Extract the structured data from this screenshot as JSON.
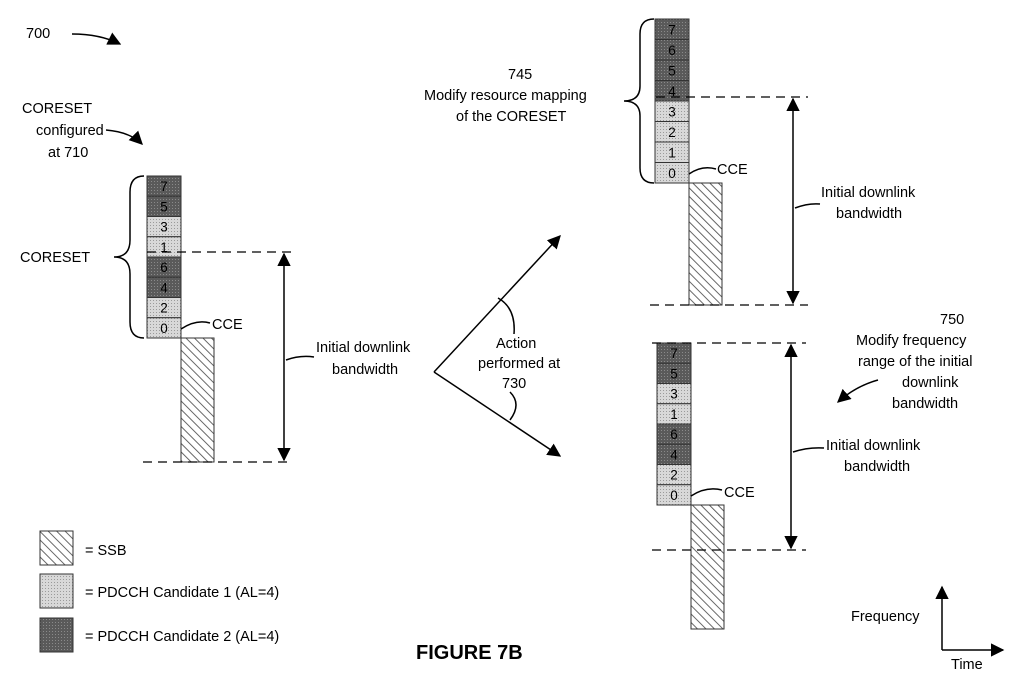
{
  "figure_ref": "700",
  "title": "FIGURE 7B",
  "colors": {
    "light_cell": "#d4d4d4",
    "dark_cell": "#5f5f5f",
    "ssb_fill": "#ffffff",
    "ssb_hatch": "#444444",
    "ink": "#000000"
  },
  "left_panel": {
    "configured_label": [
      "CORESET",
      "configured",
      "at 710"
    ],
    "coreset_label": "CORESET",
    "cce_label": "CCE",
    "bandwidth_label": [
      "Initial downlink",
      "bandwidth"
    ],
    "cells": [
      {
        "n": "7",
        "c": 2
      },
      {
        "n": "5",
        "c": 2
      },
      {
        "n": "3",
        "c": 1
      },
      {
        "n": "1",
        "c": 1
      },
      {
        "n": "6",
        "c": 2
      },
      {
        "n": "4",
        "c": 2
      },
      {
        "n": "2",
        "c": 1
      },
      {
        "n": "0",
        "c": 1
      }
    ]
  },
  "action": {
    "label": [
      "Action",
      "performed at",
      "730"
    ]
  },
  "top_right": {
    "ref_label": [
      "745",
      "Modify resource mapping",
      "of the CORESET"
    ],
    "cce_label": "CCE",
    "bandwidth_label": [
      "Initial downlink",
      "bandwidth"
    ],
    "cells": [
      {
        "n": "7",
        "c": 2
      },
      {
        "n": "6",
        "c": 2
      },
      {
        "n": "5",
        "c": 2
      },
      {
        "n": "4",
        "c": 2
      },
      {
        "n": "3",
        "c": 1
      },
      {
        "n": "2",
        "c": 1
      },
      {
        "n": "1",
        "c": 1
      },
      {
        "n": "0",
        "c": 1
      }
    ]
  },
  "bottom_right": {
    "ref_label": [
      "750",
      "Modify frequency",
      "range of the initial",
      "downlink",
      "bandwidth"
    ],
    "cce_label": "CCE",
    "bandwidth_label": [
      "Initial downlink",
      "bandwidth"
    ],
    "cells": [
      {
        "n": "7",
        "c": 2
      },
      {
        "n": "5",
        "c": 2
      },
      {
        "n": "3",
        "c": 1
      },
      {
        "n": "1",
        "c": 1
      },
      {
        "n": "6",
        "c": 2
      },
      {
        "n": "4",
        "c": 2
      },
      {
        "n": "2",
        "c": 1
      },
      {
        "n": "0",
        "c": 1
      }
    ]
  },
  "legend": {
    "items": [
      {
        "label": "= SSB",
        "type": "ssb"
      },
      {
        "label": "= PDCCH Candidate 1 (AL=4)",
        "type": "light"
      },
      {
        "label": "= PDCCH Candidate 2 (AL=4)",
        "type": "dark"
      }
    ]
  },
  "axes": {
    "y_label": "Frequency",
    "x_label": "Time"
  }
}
